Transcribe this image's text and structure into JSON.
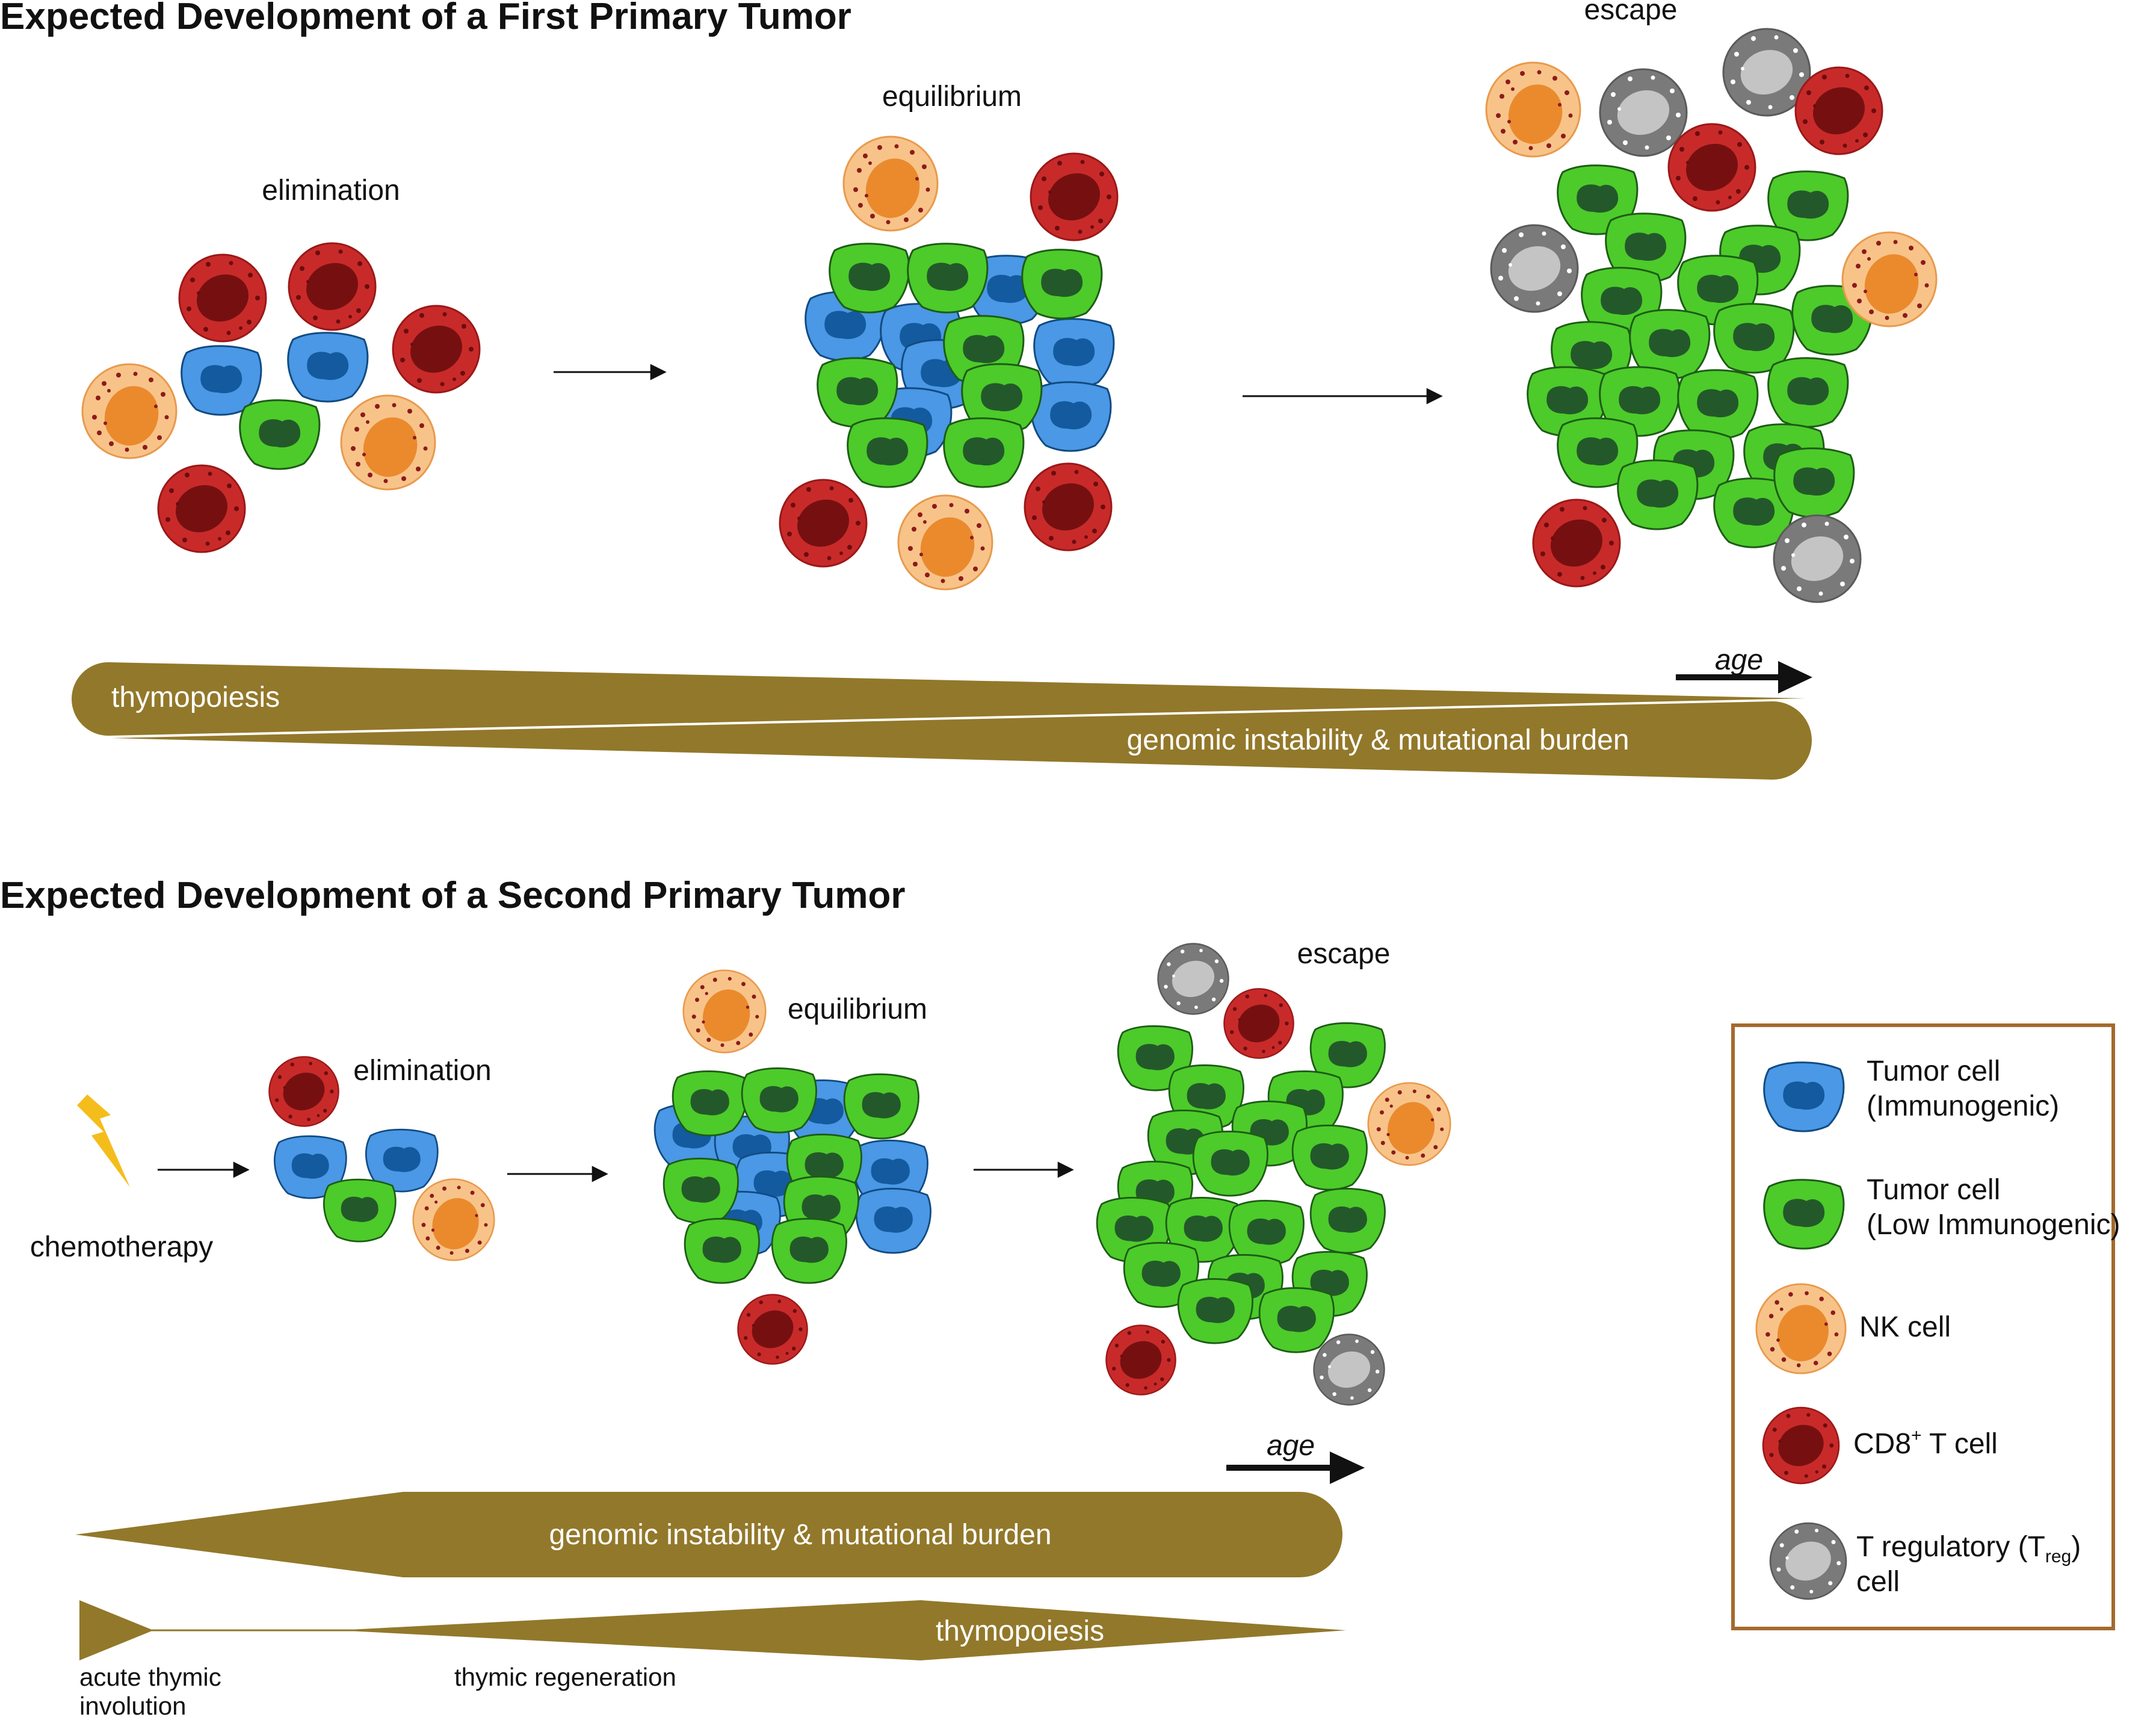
{
  "colors": {
    "band": "#92782a",
    "immunogenic": "#4a98e6",
    "immunogenic_nucleus": "#145a9e",
    "low_immunogenic": "#4dcb2a",
    "low_immunogenic_nucleus": "#23592a",
    "nk_outer": "#f8c389",
    "nk_nucleus": "#ea8a2d",
    "cd8_outer": "#c82a2a",
    "cd8_nucleus": "#761010",
    "treg_outer": "#7a7a7a",
    "treg_nucleus": "#c4c4c4",
    "legend_border": "#a46a2e"
  },
  "panel1": {
    "title": "Expected Development of a First Primary Tumor",
    "stage_elimination": "elimination",
    "stage_equilibrium": "equilibrium",
    "stage_escape": "escape",
    "age_label": "age",
    "band_thymopoiesis": "thymopoiesis",
    "band_genomic": "genomic instability & mutational burden"
  },
  "panel2": {
    "title": "Expected Development of a Second Primary Tumor",
    "stage_elimination": "elimination",
    "stage_equilibrium": "equilibrium",
    "stage_escape": "escape",
    "chemo_label": "chemotherapy",
    "age_label": "age",
    "band_genomic": "genomic instability & mutational burden",
    "band_thymopoiesis": "thymopoiesis",
    "label_involution_line1": "acute thymic",
    "label_involution_line2": "involution",
    "label_regeneration": "thymic regeneration"
  },
  "legend": {
    "tumor_immunogenic_line1": "Tumor cell",
    "tumor_immunogenic_line2": "(Immunogenic)",
    "tumor_low_line1": "Tumor cell",
    "tumor_low_line2": "(Low Immunogenic)",
    "nk": "NK cell",
    "cd8_prefix": "CD8",
    "cd8_sup": "+",
    "cd8_suffix": " T cell",
    "treg_prefix": "T regulatory (T",
    "treg_sub": "reg",
    "treg_suffix": ")",
    "treg_line2": "cell"
  }
}
